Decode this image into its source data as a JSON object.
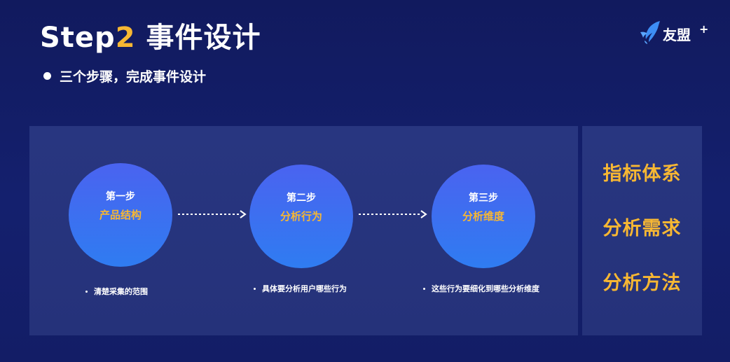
{
  "header": {
    "title_prefix": "Step",
    "title_number": "2",
    "title_suffix": " 事件设计",
    "subtitle": "三个步骤，完成事件设计"
  },
  "logo": {
    "text": "友盟",
    "plus": "+",
    "icon": "umeng-bird-icon"
  },
  "steps": [
    {
      "label": "第一步",
      "value": "产品结构",
      "description": "清楚采集的范围"
    },
    {
      "label": "第二步",
      "value": "分析行为",
      "description": "具体要分析用户哪些行为"
    },
    {
      "label": "第三步",
      "value": "分析维度",
      "description": "这些行为要细化到哪些分析维度"
    }
  ],
  "side_panel": {
    "items": [
      "指标体系",
      "分析需求",
      "分析方法"
    ]
  },
  "colors": {
    "accent": "#f7b733",
    "background": "#131d66",
    "panel": "#283680",
    "circle_top": "#4a63f0",
    "circle_bottom": "#2f7cf1"
  }
}
